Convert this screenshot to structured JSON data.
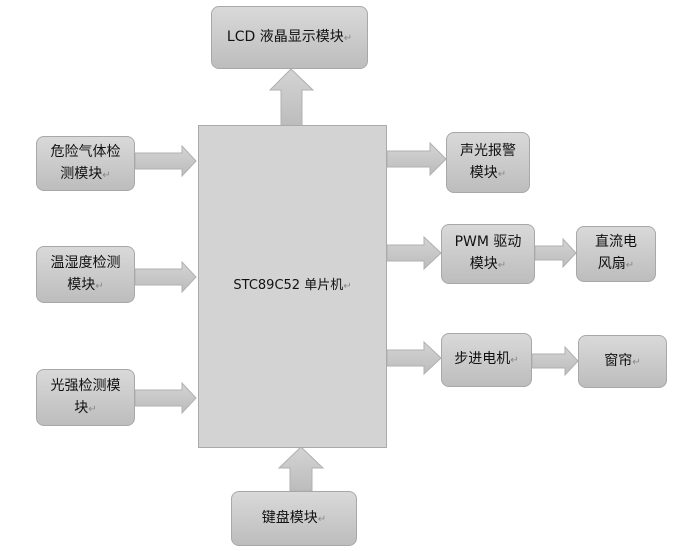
{
  "paragraph_mark": "↵",
  "colors": {
    "box_fill": "#c8c8c8",
    "box_border": "#a8a8a8",
    "arrow_fill": "#c6c6c6"
  },
  "nodes": {
    "lcd": {
      "line1": "LCD 液晶显示模块"
    },
    "mcu": {
      "line1": "STC89C52 单片机"
    },
    "gas": {
      "line1": "危险气体检",
      "line2": "测模块"
    },
    "humid": {
      "line1": "温湿度检测",
      "line2": "模块"
    },
    "light": {
      "line1": "光强检测模",
      "line2": "块"
    },
    "alarm": {
      "line1": "声光报警",
      "line2": "模块"
    },
    "pwm": {
      "line1": "PWM 驱动",
      "line2": "模块"
    },
    "fan": {
      "line1": "直流电",
      "line2": "风扇"
    },
    "stepper": {
      "line1": "步进电机"
    },
    "curtain": {
      "line1": "窗帘"
    },
    "keyboard": {
      "line1": "键盘模块"
    }
  },
  "edges": [
    [
      "mcu",
      "lcd"
    ],
    [
      "gas",
      "mcu"
    ],
    [
      "humid",
      "mcu"
    ],
    [
      "light",
      "mcu"
    ],
    [
      "keyboard",
      "mcu"
    ],
    [
      "mcu",
      "alarm"
    ],
    [
      "mcu",
      "pwm"
    ],
    [
      "pwm",
      "fan"
    ],
    [
      "mcu",
      "stepper"
    ],
    [
      "stepper",
      "curtain"
    ]
  ]
}
